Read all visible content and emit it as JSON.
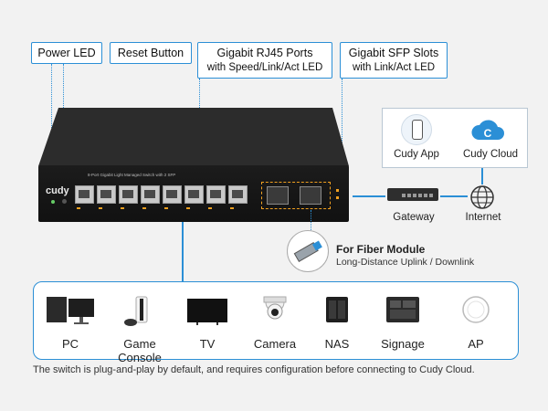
{
  "callouts": {
    "power_led": "Power LED",
    "reset_button": "Reset Button",
    "rj45_title": "Gigabit RJ45 Ports",
    "rj45_sub": "with Speed/Link/Act LED",
    "sfp_title": "Gigabit SFP Slots",
    "sfp_sub": "with Link/Act LED"
  },
  "switch": {
    "brand": "cudy",
    "model_text": "8-Port Gigabit Light Managed Switch with 2 SFP"
  },
  "network": {
    "app_label": "Cudy App",
    "cloud_label": "Cudy Cloud",
    "gateway_label": "Gateway",
    "internet_label": "Internet"
  },
  "fiber": {
    "title": "For Fiber Module",
    "subtitle": "Long-Distance Uplink / Downlink"
  },
  "devices": [
    {
      "label": "PC",
      "icon": "pc-icon"
    },
    {
      "label": "Game Console",
      "icon": "game-console-icon"
    },
    {
      "label": "TV",
      "icon": "tv-icon"
    },
    {
      "label": "Camera",
      "icon": "camera-icon"
    },
    {
      "label": "NAS",
      "icon": "nas-icon"
    },
    {
      "label": "Signage",
      "icon": "signage-icon"
    },
    {
      "label": "AP",
      "icon": "access-point-icon"
    }
  ],
  "footnote": "The switch is plug-and-play by default, and requires configuration before connecting to Cudy Cloud.",
  "colors": {
    "accent": "#2b8fd6",
    "switch_body": "#1c1c1c",
    "port_led": "#f0a020"
  }
}
